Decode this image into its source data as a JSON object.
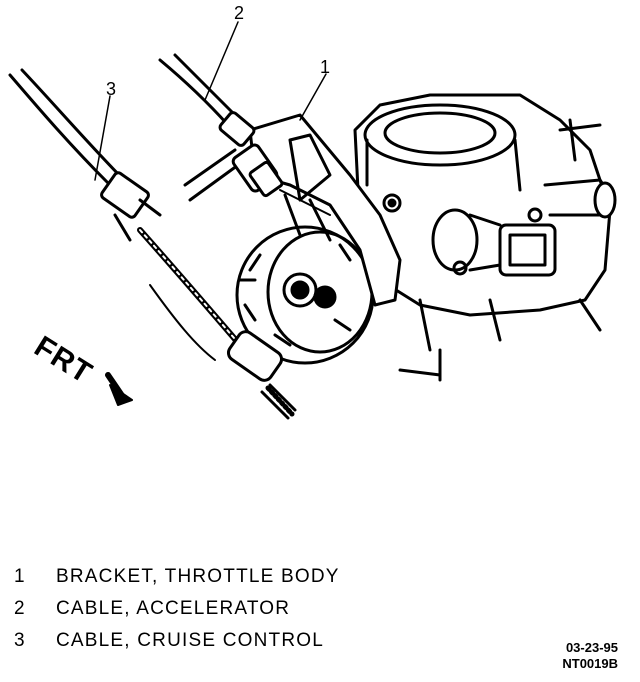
{
  "callouts": [
    "1",
    "2",
    "3"
  ],
  "frt_label": "FRT",
  "legend": [
    {
      "num": "1",
      "text": "BRACKET, THROTTLE BODY"
    },
    {
      "num": "2",
      "text": "CABLE, ACCELERATOR"
    },
    {
      "num": "3",
      "text": "CABLE, CRUISE CONTROL"
    }
  ],
  "date_code": "03-23-95",
  "figure_code": "NT0019B"
}
